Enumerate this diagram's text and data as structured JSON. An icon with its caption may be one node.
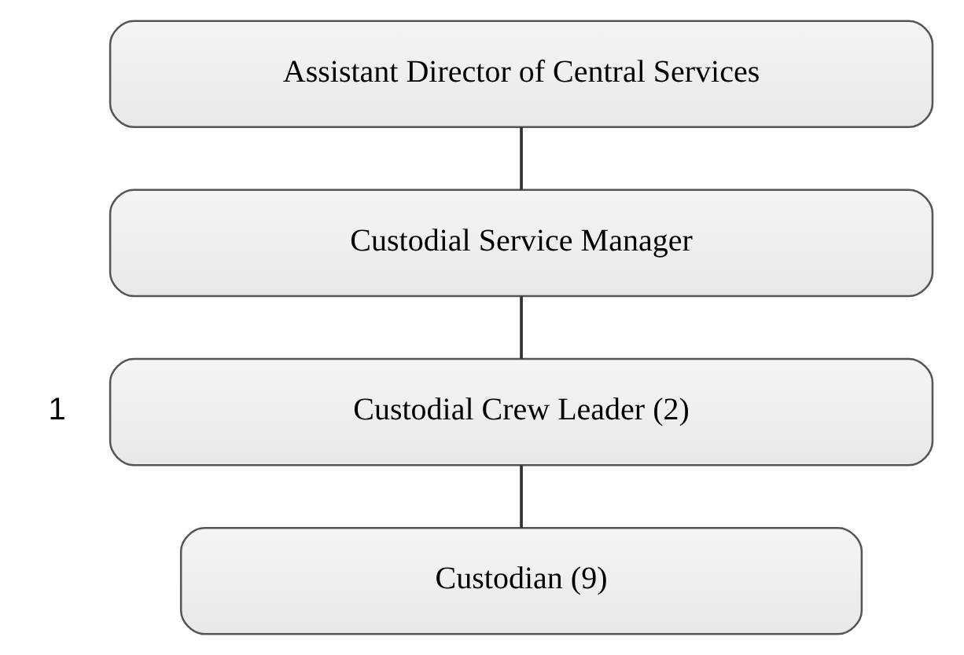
{
  "diagram": {
    "nodes": [
      {
        "text": [
          "Assistant Director of Central Services"
        ]
      },
      {
        "text": [
          "Custodial Service Manager"
        ]
      },
      {
        "text": [
          "Custodial Crew Leader (2)"
        ],
        "beside": [
          "1"
        ]
      },
      {
        "text": [
          "Custodian (9)"
        ]
      }
    ],
    "edges": [
      {
        "from": 0,
        "to": 1,
        "arrow": "none"
      },
      {
        "from": 1,
        "to": 2,
        "arrow": "none"
      },
      {
        "from": 2,
        "to": 3,
        "arrow": "none"
      }
    ]
  }
}
